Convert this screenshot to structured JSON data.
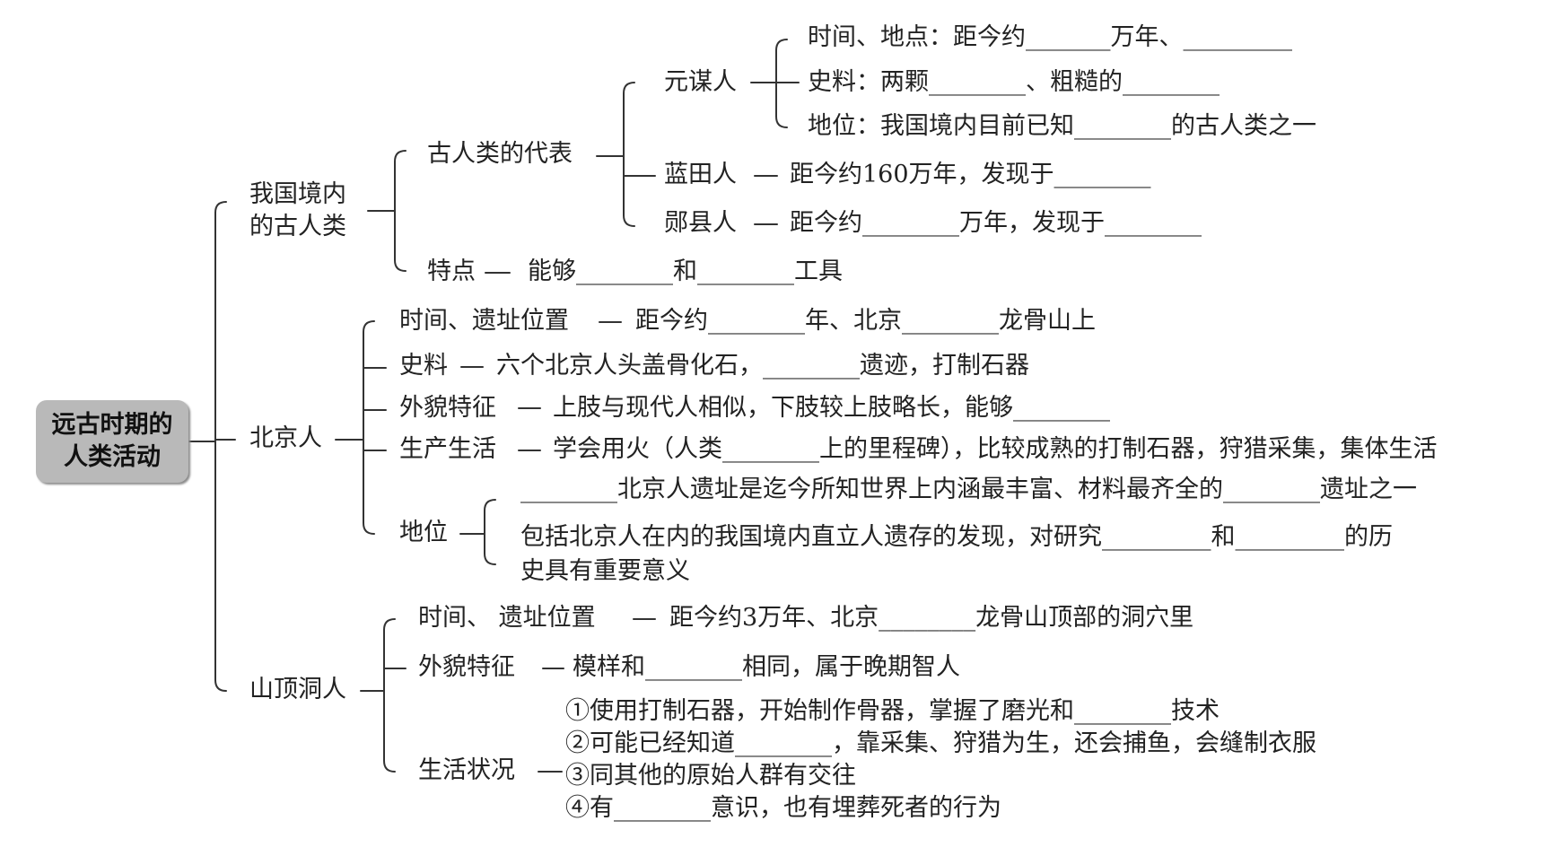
{
  "root": {
    "line1": "远古时期的",
    "line2": "人类活动"
  },
  "branch1": {
    "title_line1": "我国境内",
    "title_line2": "的古人类",
    "representatives": "古人类的代表",
    "yuanmou": {
      "name": "元谋人",
      "time": "时间、地点：距今约_______万年、_________",
      "material": "史料：两颗________、粗糙的________",
      "status": "地位：我国境内目前已知________的古人类之一"
    },
    "lantian": {
      "name": "蓝田人",
      "text": "距今约160万年，发现于________"
    },
    "yunxian": {
      "name": "郧县人",
      "text": "距今约________万年，发现于________"
    },
    "feature": {
      "label": "特点",
      "text": "能够________和________工具"
    }
  },
  "branch2": {
    "title": "北京人",
    "time": {
      "label": "时间、遗址位置",
      "text": "距今约________年、北京________龙骨山上"
    },
    "material": {
      "label": "史料",
      "text": "六个北京人头盖骨化石，________遗迹，打制石器"
    },
    "appearance": {
      "label": "外貌特征",
      "text": "上肢与现代人相似，下肢较上肢略长，能够________"
    },
    "life": {
      "label": "生产生活",
      "text": "学会用火（人类________上的里程碑），比较成熟的打制石器，狩猎采集，集体生活"
    },
    "status": {
      "label": "地位",
      "item1": "________北京人遗址是迄今所知世界上内涵最丰富、材料最齐全的________遗址之一",
      "item2_line1": "包括北京人在内的我国境内直立人遗存的发现，对研究_________和_________的历",
      "item2_line2": "史具有重要意义"
    }
  },
  "branch3": {
    "title": "山顶洞人",
    "time": {
      "label": "时间、 遗址位置",
      "text": "距今约3万年、北京________龙骨山顶部的洞穴里"
    },
    "appearance": {
      "label": "外貌特征",
      "text": "模样和________相同，属于晚期智人"
    },
    "life": {
      "label": "生活状况",
      "items": [
        "①使用打制石器，开始制作骨器，掌握了磨光和________技术",
        "②可能已经知道________，靠采集、狩猎为生，还会捕鱼，会缝制衣服",
        "③同其他的原始人群有交往",
        "④有________意识，也有埋葬死者的行为"
      ]
    }
  }
}
